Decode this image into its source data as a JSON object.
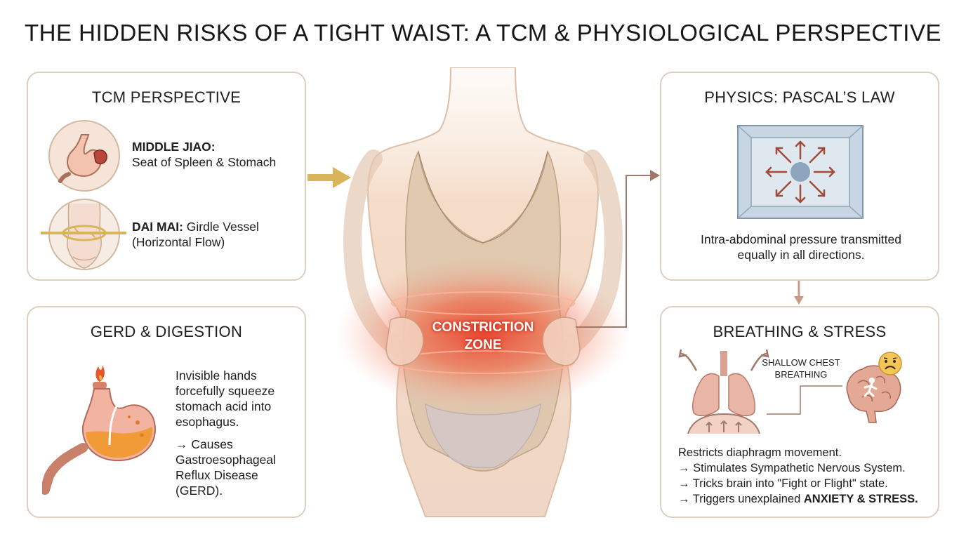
{
  "title": "THE HIDDEN RISKS OF A TIGHT WAIST: A TCM & PHYSIOLOGICAL PERSPECTIVE",
  "tcm": {
    "heading": "TCM PERSPECTIVE",
    "middle_jiao_label": "MIDDLE JIAO:",
    "middle_jiao_text": "Seat of Spleen & Stomach",
    "dai_mai_label": "DAI MAI:",
    "dai_mai_text": " Girdle Vessel",
    "dai_mai_text2": "(Horizontal Flow)"
  },
  "gerd": {
    "heading": "GERD & DIGESTION",
    "lines": [
      "Invisible hands",
      "forcefully squeeze",
      "stomach acid into",
      "esophagus."
    ],
    "result_lines": [
      "→ Causes",
      "Gastroesophageal",
      "Reflux Disease",
      "(GERD)."
    ]
  },
  "center": {
    "zone_line1": "CONSTRICTION",
    "zone_line2": "ZONE"
  },
  "pascal": {
    "heading": "PHYSICS: PASCAL’S LAW",
    "text_line1": "Intra-abdominal pressure transmitted",
    "text_line2": "equally in all directions."
  },
  "breathing": {
    "heading": "BREATHING & STRESS",
    "chest_label1": "SHALLOW CHEST",
    "chest_label2": "BREATHING",
    "line1": "Restricts diaphragm movement.",
    "line2": "→ Stimulates Sympathetic Nervous System.",
    "line3": "→ Tricks brain into \"Fight or Flight\" state.",
    "line4_prefix": "→ Triggers unexplained ",
    "line4_bold": "ANXIETY & STRESS."
  },
  "colors": {
    "border": "#dccfbf",
    "gold_arrow": "#d8b45a",
    "connector": "#a2786a",
    "constriction": "#e8412a",
    "pressure_arrow": "#a24a3a",
    "panel_blue": "#a9bdd0"
  },
  "icons": [
    "stomach-spleen-icon",
    "girdle-vessel-icon",
    "burning-stomach-icon",
    "pressure-box-icon",
    "lungs-icon",
    "brain-running-icon",
    "worried-face-icon"
  ]
}
